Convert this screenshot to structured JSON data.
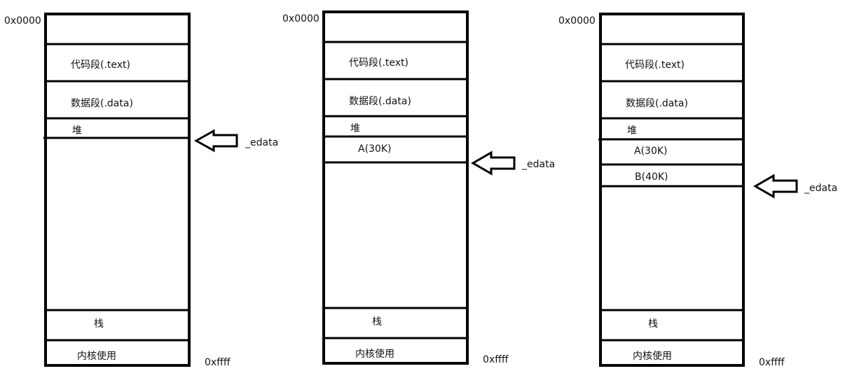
{
  "diagrams": [
    {
      "top_address": "0x0000",
      "bottom_address": "0xffff",
      "pointer_label": "_edata",
      "segments": {
        "text": "代码段(.text)",
        "data": "数据段(.data)",
        "heap": "堆",
        "stack": "栈",
        "kernel": "内核使用"
      },
      "allocations": []
    },
    {
      "top_address": "0x0000",
      "bottom_address": "0xffff",
      "pointer_label": "_edata",
      "segments": {
        "text": "代码段(.text)",
        "data": "数据段(.data)",
        "heap": "堆",
        "stack": "栈",
        "kernel": "内核使用"
      },
      "allocations": [
        "A(30K)"
      ]
    },
    {
      "top_address": "0x0000",
      "bottom_address": "0xffff",
      "pointer_label": "_edata",
      "segments": {
        "text": "代码段(.text)",
        "data": "数据段(.data)",
        "heap": "堆",
        "stack": "栈",
        "kernel": "内核使用"
      },
      "allocations": [
        "A(30K)",
        "B(40K)"
      ]
    }
  ]
}
